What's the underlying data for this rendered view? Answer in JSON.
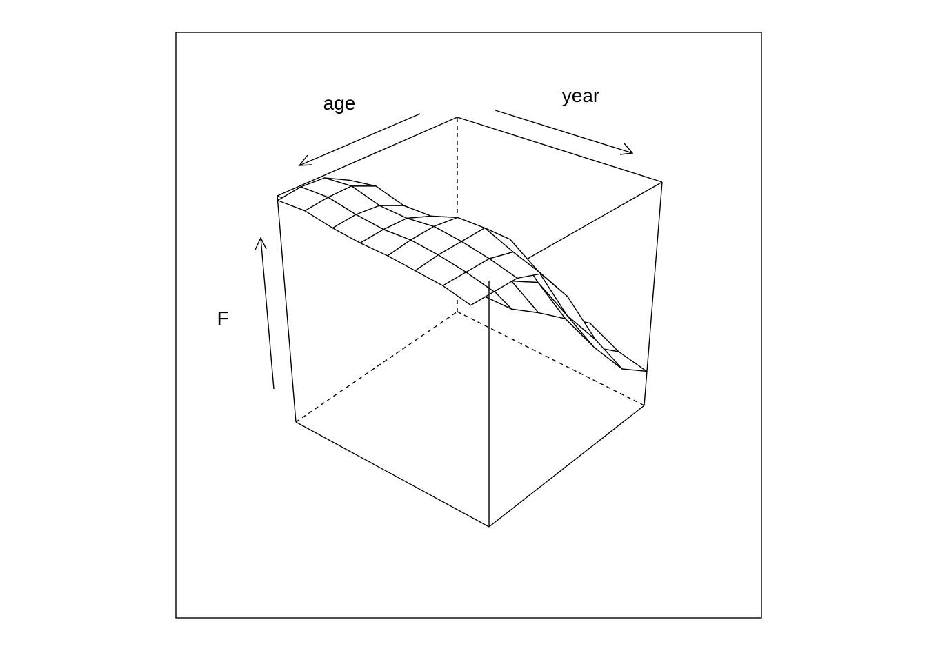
{
  "chart_data": {
    "type": "surface",
    "xlabel": "age",
    "ylabel": "year",
    "zlabel": "F",
    "x": [
      0,
      1,
      2,
      3,
      4,
      5,
      6,
      7
    ],
    "y": [
      0,
      1,
      2,
      3,
      4,
      5,
      6,
      7
    ],
    "z": [
      [
        0.2,
        0.22,
        0.2,
        0.2,
        0.24,
        0.28,
        0.22,
        0.2
      ],
      [
        0.26,
        0.3,
        0.27,
        0.28,
        0.33,
        0.37,
        0.31,
        0.28
      ],
      [
        0.44,
        0.48,
        0.46,
        0.47,
        0.54,
        0.6,
        0.52,
        0.48
      ],
      [
        0.68,
        0.72,
        0.7,
        0.72,
        0.8,
        0.86,
        0.78,
        0.74
      ],
      [
        0.86,
        0.9,
        0.88,
        0.9,
        0.96,
        0.98,
        0.94,
        0.91
      ],
      [
        0.94,
        0.97,
        0.95,
        0.96,
        0.99,
        0.99,
        0.98,
        0.96
      ],
      [
        0.97,
        0.99,
        0.98,
        0.98,
        1.0,
        1.0,
        0.99,
        0.97
      ],
      [
        0.98,
        1.0,
        0.99,
        0.99,
        1.0,
        1.0,
        1.0,
        0.98
      ]
    ],
    "grid": false,
    "box": true,
    "theta": -40,
    "phi": 20
  }
}
